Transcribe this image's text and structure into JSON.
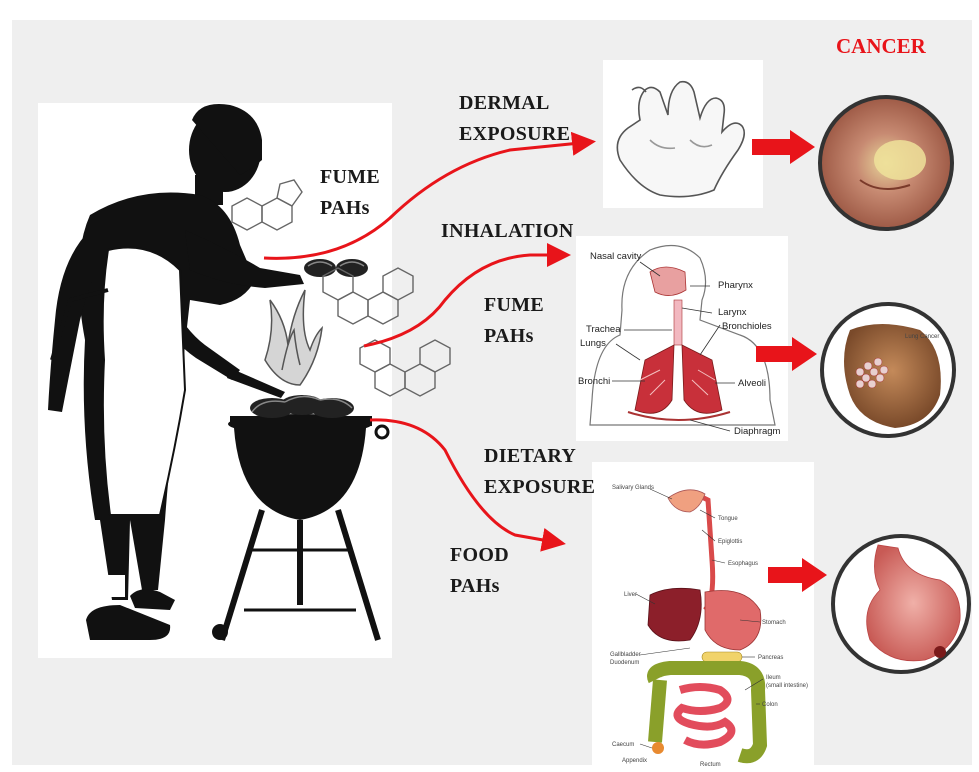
{
  "cancer_heading": "CANCER",
  "labels": {
    "fume_pahs_1": [
      "FUME",
      "PAHs"
    ],
    "dermal": [
      "DERMAL",
      "EXPOSURE"
    ],
    "inhalation": "INHALATION",
    "fume_pahs_2": [
      "FUME",
      "PAHs"
    ],
    "dietary": [
      "DIETARY",
      "EXPOSURE"
    ],
    "food_pahs": [
      "FOOD",
      "PAHs"
    ]
  },
  "respiratory_labels": {
    "nasal_cavity": "Nasal cavity",
    "pharynx": "Pharynx",
    "larynx": "Larynx",
    "bronchioles": "Bronchioles",
    "trachea": "Trachea",
    "lungs": "Lungs",
    "bronchi": "Bronchi",
    "alveoli": "Alveoli",
    "diaphragm": "Diaphragm"
  },
  "lung_cancer_caption": "Lung Cancer",
  "digestive_labels": {
    "salivary": "Salivary Glands",
    "tongue": "Tongue",
    "epiglottis": "Epiglottis",
    "esophagus": "Esophagus",
    "liver": "Liver",
    "stomach": "Stomach",
    "gallbladder": "Gallbladder",
    "duodenum": "Duodenum",
    "pancreas": "Pancreas",
    "ileum": "Ileum",
    "small_intestine": "(small intestine)",
    "colon": "Colon",
    "caecum": "Caecum",
    "appendix": "Appendix",
    "rectum": "Rectum"
  },
  "colors": {
    "arrow": "#e8141a",
    "silhouette": "#111111",
    "heading": "#e8141a"
  },
  "icons": [
    "cook-silhouette",
    "grill",
    "pah-molecule",
    "hand-sketch",
    "skin-lesion",
    "lung-tumor",
    "stomach-tumor"
  ]
}
